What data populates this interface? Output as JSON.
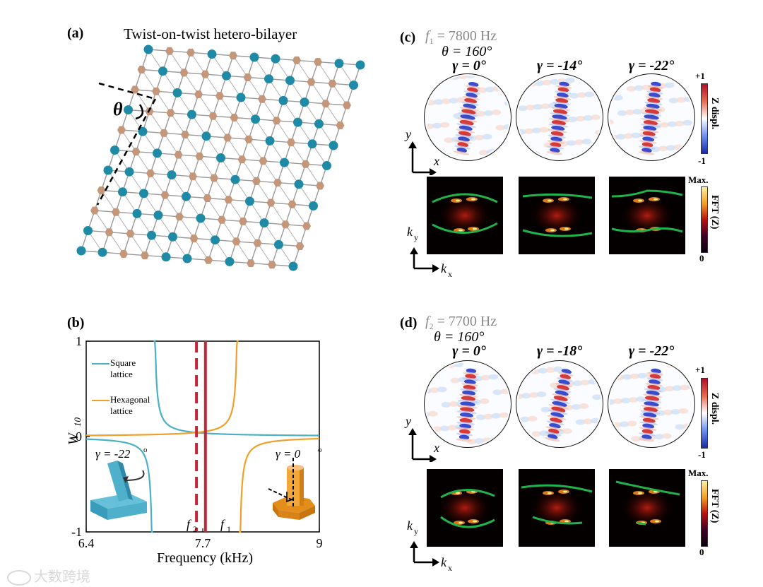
{
  "panel_a": {
    "label": "(a)",
    "title": "Twist-on-twist hetero-bilayer",
    "angle_symbol": "θ"
  },
  "panel_b": {
    "label": "(b)",
    "legend": [
      "Square lattice",
      "Hexagonal lattice"
    ],
    "gamma_left": "γ = -22",
    "gamma_right": "γ = 0",
    "f2_label": "f",
    "f2_sub": "2",
    "f1_label": "f",
    "f1_sub": "1"
  },
  "panel_c": {
    "label": "(c)",
    "freq_symbol": "f",
    "freq_sub": "1",
    "freq_value": " = 7800 Hz",
    "theta": "θ = 160°",
    "gammas": [
      "γ = 0°",
      "γ = -14°",
      "γ = -22°"
    ],
    "colorbar_top": {
      "label": "Z displ.",
      "max": "+1",
      "min": "-1"
    },
    "colorbar_bottom": {
      "label": "FFT (Z)",
      "max": "Max.",
      "min": "0"
    },
    "axis_y": "y",
    "axis_x": "x",
    "axis_ky": "k",
    "axis_ky_sub": "y",
    "axis_kx": "k",
    "axis_kx_sub": "x"
  },
  "panel_d": {
    "label": "(d)",
    "freq_symbol": "f",
    "freq_sub": "2",
    "freq_value": " = 7700 Hz",
    "theta": "θ = 160°",
    "gammas": [
      "γ = 0°",
      "γ = -18°",
      "γ = -22°"
    ],
    "colorbar_top": {
      "label": "Z displ.",
      "max": "+1",
      "min": "-1"
    },
    "colorbar_bottom": {
      "label": "FFT (Z)",
      "max": "Max.",
      "min": "0"
    },
    "axis_y": "y",
    "axis_x": "x",
    "axis_ky": "k",
    "axis_ky_sub": "y",
    "axis_kx": "k",
    "axis_kx_sub": "x"
  },
  "watermark": "大数跨境",
  "colors": {
    "teal": "#1e8aa6",
    "tan": "#c4967a",
    "square_line": "#4bafc5",
    "hex_line": "#f0a02a",
    "f_line": "#c0283a",
    "fft_green": "#22b24c"
  },
  "chart_data": {
    "type": "line",
    "title": "",
    "xlabel": "Frequency (kHz)",
    "ylabel": "W",
    "ylabel_sub": "10",
    "xlim": [
      6.4,
      9
    ],
    "ylim": [
      -1,
      1
    ],
    "xticks": [
      "6.4",
      "7.7",
      "9"
    ],
    "yticks": [
      "1",
      "0",
      "-1"
    ],
    "resonances": {
      "square": 7.15,
      "hexagonal": 8.1
    },
    "vlines": [
      {
        "name": "f2",
        "x": 7.63,
        "style": "dashed"
      },
      {
        "name": "f1",
        "x": 7.73,
        "style": "solid"
      }
    ],
    "series": [
      {
        "name": "Square lattice",
        "color": "#4bafc5",
        "pole": 7.15,
        "amp": 0.02
      },
      {
        "name": "Hexagonal lattice",
        "color": "#f0a02a",
        "pole": 8.1,
        "amp": -0.02
      }
    ]
  }
}
